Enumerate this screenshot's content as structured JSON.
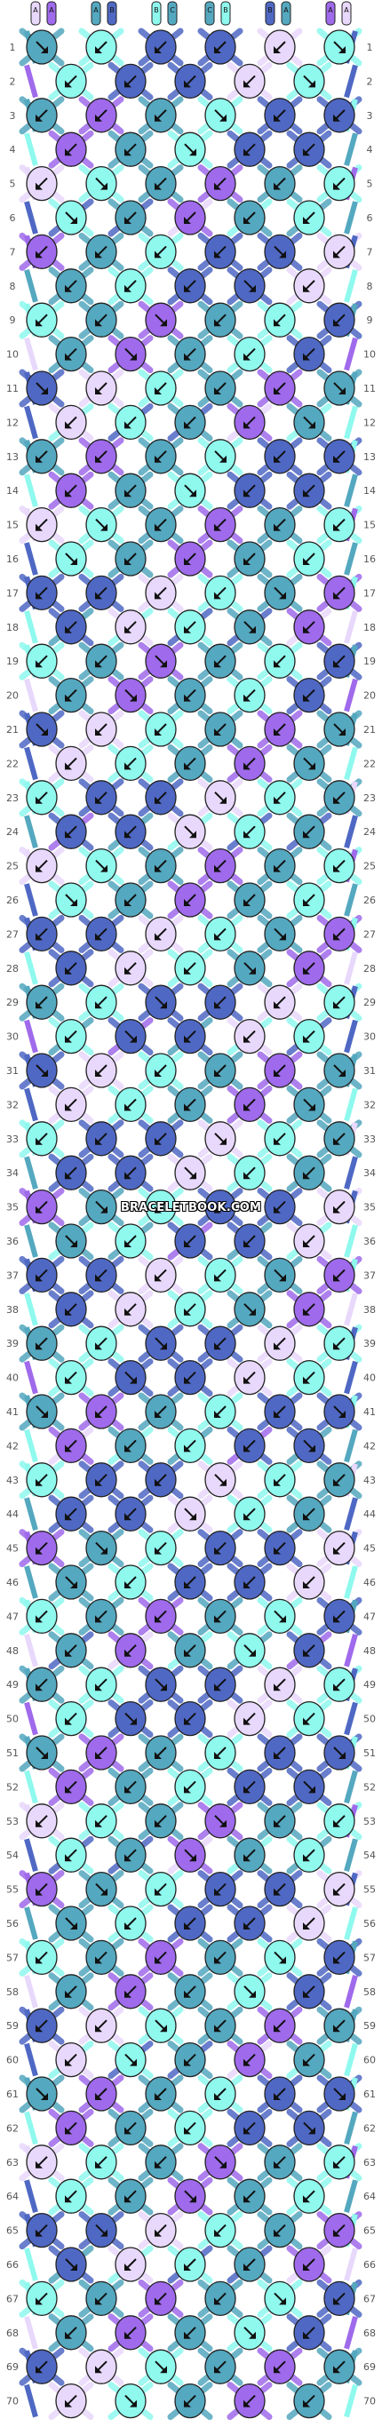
{
  "watermark": "BRACELETBOOK.COM",
  "rows": 70,
  "strings": {
    "labels": [
      "A",
      "A",
      "A",
      "B",
      "B",
      "C",
      "C",
      "B",
      "B",
      "A",
      "A",
      "A"
    ]
  },
  "colors": {
    "A": "#e8d8fb",
    "B": "#9f6aeb",
    "C": "#54a8bf",
    "D": "#4f68c4",
    "E": "#8ff9ee",
    "line": "#3b3b3b",
    "knot_outline": "#222222"
  },
  "legend_icons": [
    "arrow-down-left-icon",
    "arrow-down-right-icon"
  ]
}
